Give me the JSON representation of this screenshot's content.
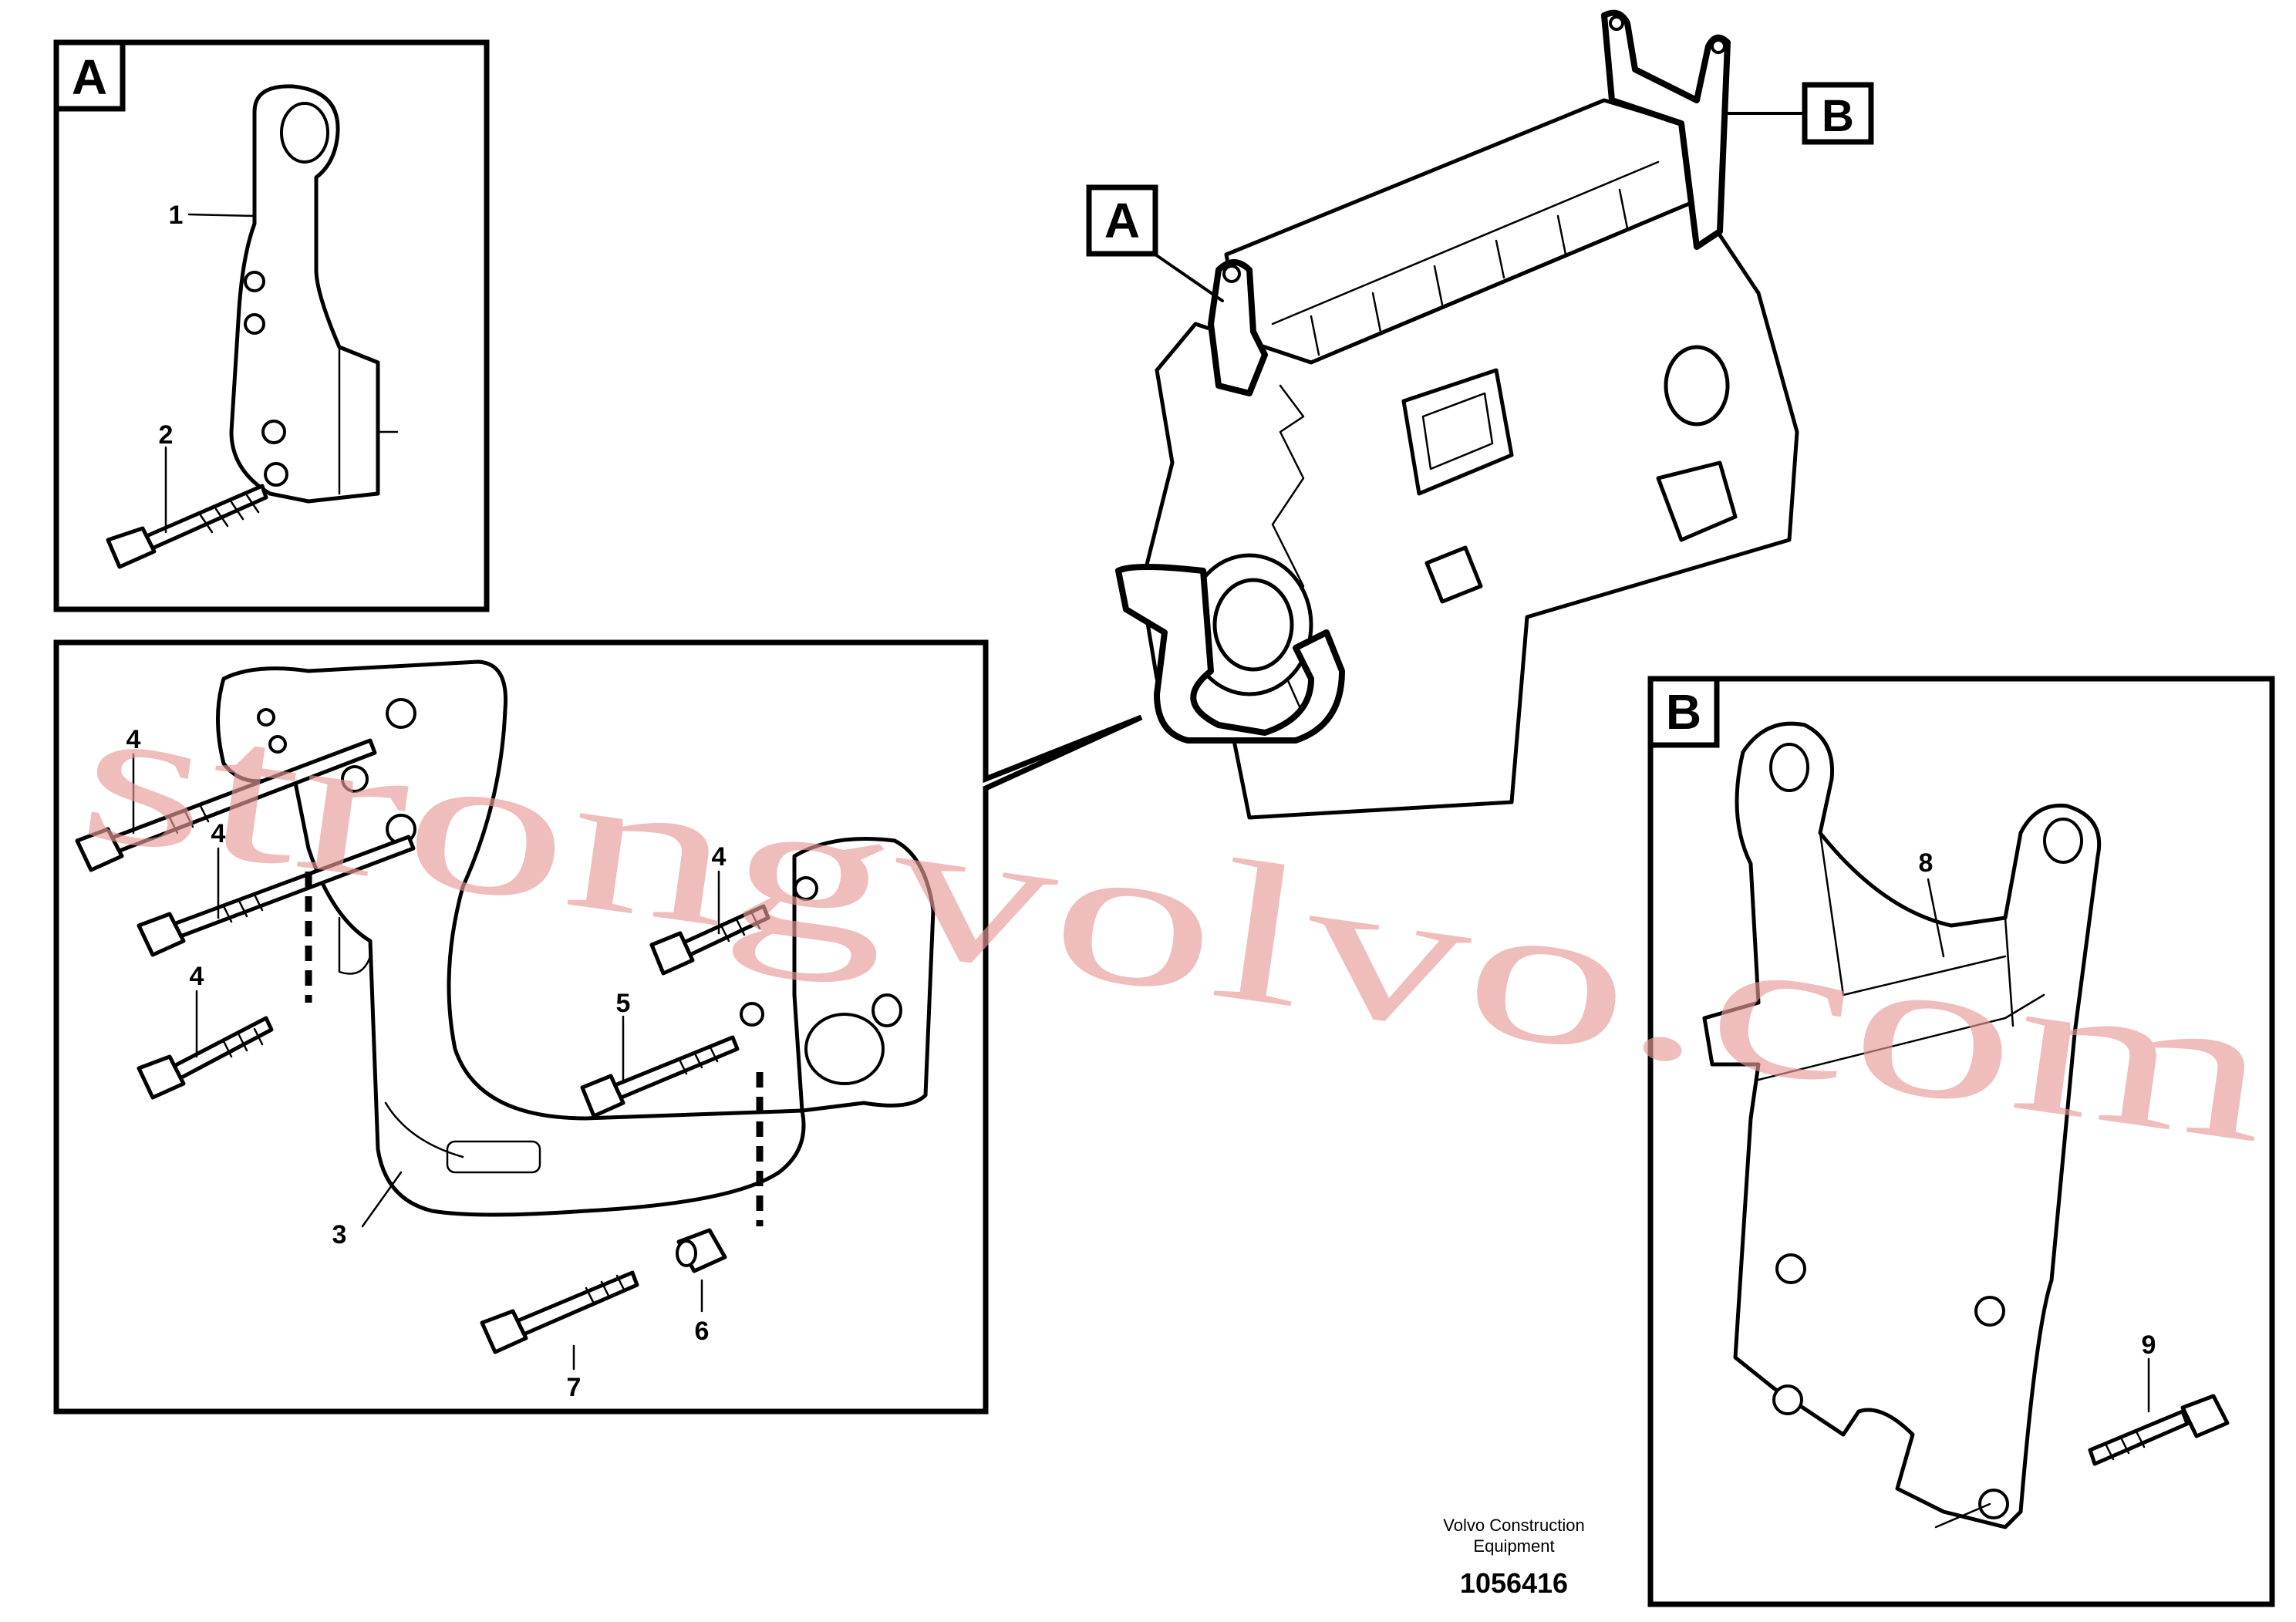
{
  "views": {
    "detail_a": {
      "letter": "A",
      "callouts": [
        "1",
        "2"
      ]
    },
    "detail_mid": {
      "callouts": [
        "4",
        "4",
        "4",
        "4",
        "5",
        "3",
        "6",
        "7"
      ]
    },
    "detail_b": {
      "letter": "B",
      "callouts": [
        "8",
        "9"
      ]
    },
    "engine": {
      "tag_a": "A",
      "tag_b": "B"
    }
  },
  "footer": {
    "company_line1": "Volvo Construction",
    "company_line2": "Equipment",
    "drawing_number": "1056416"
  },
  "watermark": {
    "text": "strongvolvo.com",
    "color": "#e89a9a"
  }
}
